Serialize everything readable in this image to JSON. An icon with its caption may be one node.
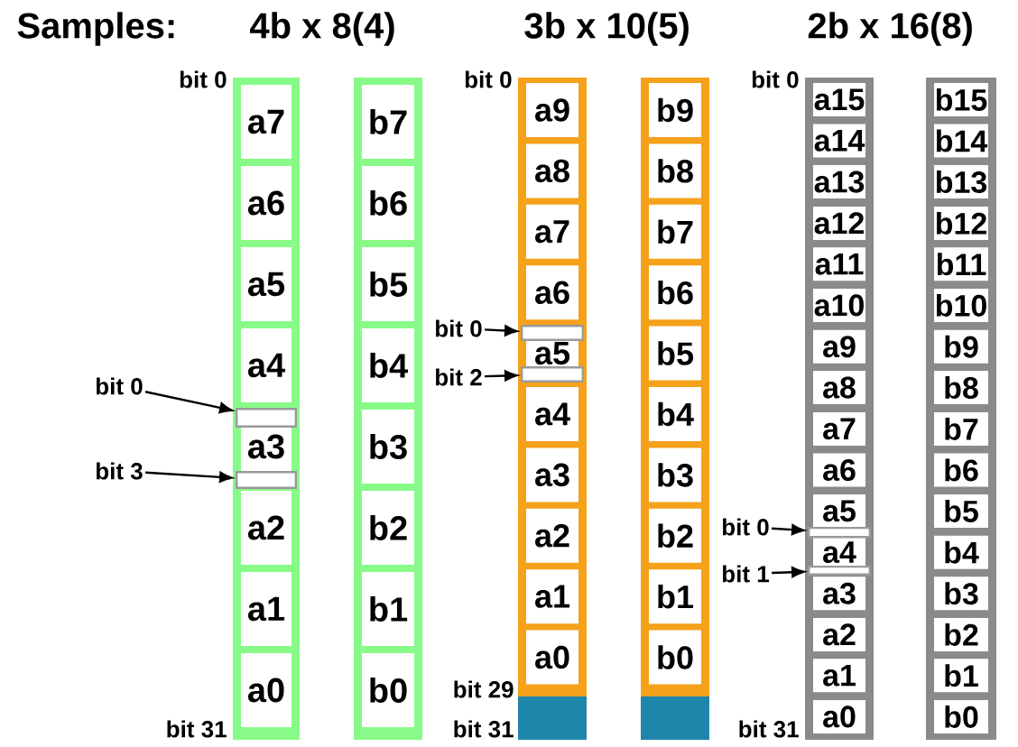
{
  "diagram": {
    "nodes": [
      {
        "text": [],
        "shape": "bar"
      },
      {
        "text": [
          "a7"
        ],
        "in": 0
      },
      {
        "text": [
          "a6"
        ],
        "in": 0
      },
      {
        "text": [
          "a5"
        ],
        "in": 0
      },
      {
        "text": [
          "a4"
        ],
        "in": 0
      },
      {
        "text": [
          "a3"
        ],
        "in": 0
      },
      {
        "text": [
          "a2"
        ],
        "in": 0
      },
      {
        "text": [
          "a1"
        ],
        "in": 0
      },
      {
        "text": [
          "a0"
        ],
        "in": 0
      },
      {
        "text": [],
        "shape": "box",
        "in": 0
      },
      {
        "text": [],
        "shape": "box",
        "in": 0
      },
      {
        "text": [],
        "shape": "bar"
      },
      {
        "text": [
          "b7"
        ],
        "in": 11
      },
      {
        "text": [
          "b6"
        ],
        "in": 11
      },
      {
        "text": [
          "b5"
        ],
        "in": 11
      },
      {
        "text": [
          "b4"
        ],
        "in": 11
      },
      {
        "text": [
          "b3"
        ],
        "in": 11
      },
      {
        "text": [
          "b2"
        ],
        "in": 11
      },
      {
        "text": [
          "b1"
        ],
        "in": 11
      },
      {
        "text": [
          "b0"
        ],
        "in": 11
      },
      {
        "text": [
          "bit 0"
        ]
      },
      {
        "text": [
          "bit 3"
        ]
      },
      {
        "text": [],
        "shape": "bar"
      },
      {
        "text": [
          "a9"
        ],
        "in": 22
      },
      {
        "text": [
          "a8"
        ],
        "in": 22
      },
      {
        "text": [
          "a7"
        ],
        "in": 22
      },
      {
        "text": [
          "a6"
        ],
        "in": 22
      },
      {
        "text": [
          "a5"
        ],
        "in": 22
      },
      {
        "text": [
          "a4"
        ],
        "in": 22
      },
      {
        "text": [
          "a3"
        ],
        "in": 22
      },
      {
        "text": [
          "a2"
        ],
        "in": 22
      },
      {
        "text": [
          "a1"
        ],
        "in": 22
      },
      {
        "text": [
          "a0"
        ],
        "in": 22
      },
      {
        "text": [],
        "shape": "box",
        "in": 22
      },
      {
        "text": [],
        "shape": "box",
        "in": 22
      },
      {
        "text": [],
        "shape": "bar"
      },
      {
        "text": [
          "b9"
        ],
        "in": 35
      },
      {
        "text": [
          "b8"
        ],
        "in": 35
      },
      {
        "text": [
          "b7"
        ],
        "in": 35
      },
      {
        "text": [
          "b6"
        ],
        "in": 35
      },
      {
        "text": [
          "b5"
        ],
        "in": 35
      },
      {
        "text": [
          "b4"
        ],
        "in": 35
      },
      {
        "text": [
          "b3"
        ],
        "in": 35
      },
      {
        "text": [
          "b2"
        ],
        "in": 35
      },
      {
        "text": [
          "b1"
        ],
        "in": 35
      },
      {
        "text": [
          "b0"
        ],
        "in": 35
      },
      {
        "text": [
          "bit 0"
        ]
      },
      {
        "text": [
          "bit 2"
        ]
      },
      {
        "text": [],
        "shape": "bar"
      },
      {
        "text": [
          "a15"
        ],
        "in": 48
      },
      {
        "text": [
          "a14"
        ],
        "in": 48
      },
      {
        "text": [
          "a13"
        ],
        "in": 48
      },
      {
        "text": [
          "a12"
        ],
        "in": 48
      },
      {
        "text": [
          "a11"
        ],
        "in": 48
      },
      {
        "text": [
          "a10"
        ],
        "in": 48
      },
      {
        "text": [
          "a9"
        ],
        "in": 48
      },
      {
        "text": [
          "a8"
        ],
        "in": 48
      },
      {
        "text": [
          "a7"
        ],
        "in": 48
      },
      {
        "text": [
          "a6"
        ],
        "in": 48
      },
      {
        "text": [
          "a5"
        ],
        "in": 48
      },
      {
        "text": [
          "a4"
        ],
        "in": 48
      },
      {
        "text": [
          "a3"
        ],
        "in": 48
      },
      {
        "text": [
          "a2"
        ],
        "in": 48
      },
      {
        "text": [
          "a1"
        ],
        "in": 48
      },
      {
        "text": [
          "a0"
        ],
        "in": 48
      },
      {
        "text": [],
        "shape": "box",
        "in": 48
      },
      {
        "text": [],
        "shape": "box",
        "in": 48
      },
      {
        "text": [],
        "shape": "bar"
      },
      {
        "text": [
          "b15"
        ],
        "in": 67
      },
      {
        "text": [
          "b14"
        ],
        "in": 67
      },
      {
        "text": [
          "b13"
        ],
        "in": 67
      },
      {
        "text": [
          "b12"
        ],
        "in": 67
      },
      {
        "text": [
          "b11"
        ],
        "in": 67
      },
      {
        "text": [
          "b10"
        ],
        "in": 67
      },
      {
        "text": [
          "b9"
        ],
        "in": 67
      },
      {
        "text": [
          "b8"
        ],
        "in": 67
      },
      {
        "text": [
          "b7"
        ],
        "in": 67
      },
      {
        "text": [
          "b6"
        ],
        "in": 67
      },
      {
        "text": [
          "b5"
        ],
        "in": 67
      },
      {
        "text": [
          "b4"
        ],
        "in": 67
      },
      {
        "text": [
          "b3"
        ],
        "in": 67
      },
      {
        "text": [
          "b2"
        ],
        "in": 67
      },
      {
        "text": [
          "b1"
        ],
        "in": 67
      },
      {
        "text": [
          "b0"
        ],
        "in": 67
      },
      {
        "text": [
          "bit 0"
        ]
      },
      {
        "text": [
          "bit 1"
        ]
      }
    ],
    "edges": [
      {
        "from": 20,
        "to": 9,
        "arrow": "to"
      },
      {
        "from": 21,
        "to": 10,
        "arrow": "to"
      },
      {
        "from": 46,
        "to": 33,
        "arrow": "to"
      },
      {
        "from": 47,
        "to": 34,
        "arrow": "to"
      },
      {
        "from": 84,
        "to": 65,
        "arrow": "to"
      },
      {
        "from": 85,
        "to": 66,
        "arrow": "to"
      }
    ],
    "labels": [
      "Samples:",
      "4b x 8(4)",
      "3b x 10(5)",
      "2b x 16(8)",
      "bit 0",
      "bit 31",
      "bit 0",
      "bit 29",
      "bit 31",
      "bit 0",
      "bit 31"
    ]
  }
}
